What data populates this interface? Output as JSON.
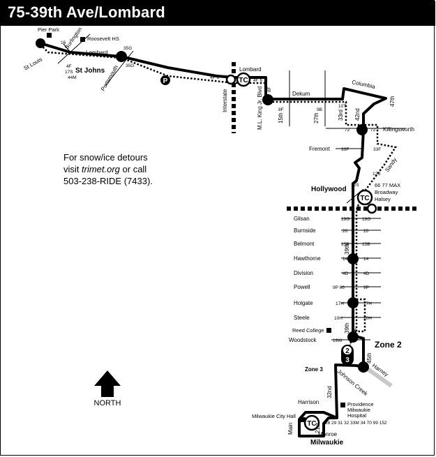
{
  "title": "75-39th Ave/Lombard",
  "detour_note": {
    "line1": "For snow/ice detours",
    "line2_prefix": "visit ",
    "line2_link": "trimet.org",
    "line2_suffix": " or call",
    "line3": "503-238-RIDE (7433)."
  },
  "north_label": "NORTH",
  "zones": {
    "zone2": "Zone 2",
    "zone3": "Zone 3",
    "zone2_num": "2",
    "zone3_num": "3"
  },
  "tc_label": "TC",
  "park_label": "P",
  "places": {
    "pier_park": "Pier Park",
    "roosevelt_hs": "Roosevelt HS",
    "st_johns": "St Johns",
    "hollywood": "Hollywood",
    "reed_college": "Reed College",
    "providence_line1": "Providence",
    "providence_line2": "Milwaukie",
    "providence_line3": "Hospital",
    "milwaukie_city_hall": "Milwaukie City Hall",
    "milwaukie": "Milwaukie",
    "max_line1": "66 77 MAX",
    "max_line2": "Broadway",
    "max_line3": "Halsey"
  },
  "streets": {
    "st_louis": "St Louis",
    "burlington": "Burlington",
    "lombard_w": "Lombard",
    "portsmouth": "Portsmouth",
    "lombard_e": "Lombard",
    "interstate": "Interstate",
    "mlk": "M.L. King Jr. Blvd",
    "dekum": "Dekum",
    "fifteenth": "15th",
    "twentyseventh": "27th",
    "thirtythird": "33rd",
    "fortysecond": "42nd",
    "columbia": "Columbia",
    "fortyseventh": "47th",
    "killingsworth": "Killingsworth",
    "fremont": "Fremont",
    "sandy": "Sandy",
    "glisan": "Glisan",
    "burnside": "Burnside",
    "belmont": "Belmont",
    "hawthorne": "Hawthorne",
    "division": "Division",
    "powell": "Powell",
    "holgate": "Holgate",
    "steele": "Steele",
    "woodstock": "Woodstock",
    "thirtyninth_a": "39th",
    "thirtyninth_b": "39th",
    "fortyfifth": "45th",
    "harney": "Harney",
    "johnson_creek": "Johnson Creek",
    "thirtysecond": "32nd",
    "harrison": "Harrison",
    "main": "Main",
    "twentyfirst": "21st",
    "monroe": "Monroe"
  },
  "stop_codes": {
    "c16": "16",
    "c4f_17s_44m": [
      "4F",
      "17S",
      "44M"
    ],
    "c35g_a": "35G",
    "c35g_b": "35G",
    "c4f_6": "4F 6",
    "c4f_6_b": "4F 6",
    "c8f_a": "8F",
    "c8f_b": "8F",
    "c9b": "9B",
    "c10t": "10T",
    "c72_l": "72",
    "c72_r": "72",
    "c33f_l": "33F",
    "c33f_r": "33F",
    "c12s_a": "12S",
    "c12s_b": "12S",
    "c19g_l": "19G",
    "c19g_r": "19G",
    "c20_l": "20",
    "c20_r": "20",
    "c15b_l": "15B",
    "c15b_r": "15B",
    "c14_l": "14",
    "c14_r": "14",
    "c4d_l": "4D",
    "c4d_r": "4D",
    "c9p66_l": "9P 66",
    "c9p_r": "9P",
    "c17h_l": "17H",
    "c17h_r": "17H",
    "c10h_l": "10H",
    "c10h_r": "10H",
    "c19w": "19W",
    "c74": "74",
    "milwaukie_routes": "28 29 31 32 33M 34 70 99 152"
  }
}
